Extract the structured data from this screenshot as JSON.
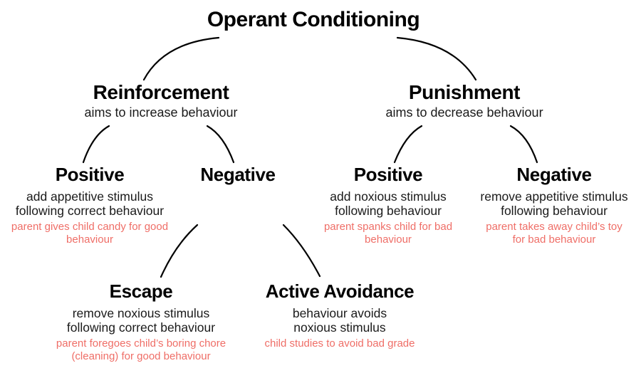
{
  "diagram": {
    "title": "Operant Conditioning",
    "colors": {
      "heading_text": "#000000",
      "body_text": "#1a1a1a",
      "example_text": "#ef6e67",
      "connector_line": "#000000",
      "background": "#ffffff"
    },
    "nodes": {
      "reinforcement": {
        "label": "Reinforcement",
        "subtitle": "aims to increase behaviour"
      },
      "punishment": {
        "label": "Punishment",
        "subtitle": "aims to decrease behaviour"
      },
      "reinforcement_positive": {
        "label": "Positive",
        "description": "add appetitive stimulus\nfollowing correct behaviour",
        "example": "parent gives child candy for good\nbehaviour"
      },
      "reinforcement_negative": {
        "label": "Negative"
      },
      "punishment_positive": {
        "label": "Positive",
        "description": "add noxious stimulus\nfollowing behaviour",
        "example": "parent spanks child for bad\nbehaviour"
      },
      "punishment_negative": {
        "label": "Negative",
        "description": "remove appetitive stimulus\nfollowing behaviour",
        "example": "parent takes away child’s toy\nfor bad behaviour"
      },
      "escape": {
        "label": "Escape",
        "description": "remove noxious stimulus\nfollowing correct behaviour",
        "example": "parent foregoes child’s boring chore\n(cleaning) for good behaviour"
      },
      "active_avoidance": {
        "label": "Active Avoidance",
        "description": "behaviour avoids\nnoxious stimulus",
        "example": "child studies to avoid bad grade"
      }
    }
  }
}
